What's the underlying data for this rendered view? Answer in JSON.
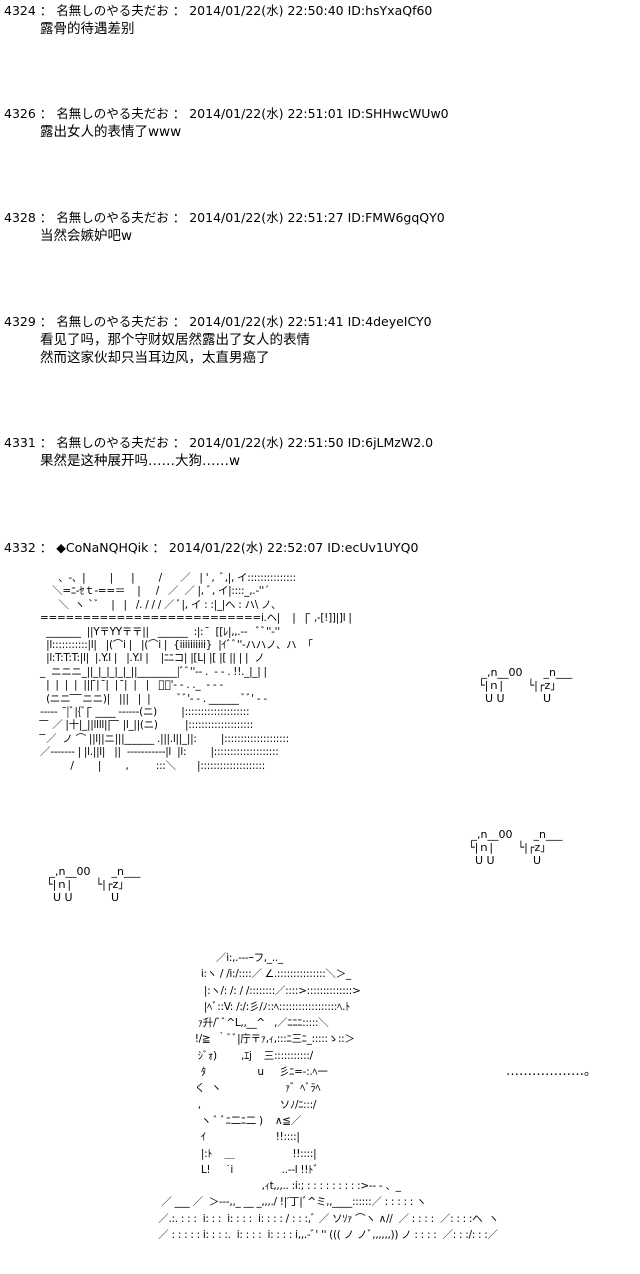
{
  "posts": [
    {
      "header": "4324 ： 名無しのやる夫だお ： 2014/01/22(水) 22:50:40 ID:hsYxaQf60",
      "body": "露骨的待遇差别"
    },
    {
      "header": "4326 ： 名無しのやる夫だお ： 2014/01/22(水) 22:51:01 ID:SHHwcWUw0",
      "body": "露出女人的表情了www"
    },
    {
      "header": "4328 ： 名無しのやる夫だお ： 2014/01/22(水) 22:51:27 ID:FMW6gqQY0",
      "body": "当然会嫉妒吧w"
    },
    {
      "header": "4329 ： 名無しのやる夫だお ： 2014/01/22(水) 22:51:41 ID:4deyeICY0",
      "body": "看见了吗，那个守财奴居然露出了女人的表情\n然而这家伙却只当耳边风，太直男癌了"
    },
    {
      "header": "4331 ： 名無しのやる夫だお ： 2014/01/22(水) 22:51:50 ID:6jLMzW2.0",
      "body": "果然是这种展开吗……大狗……w"
    },
    {
      "header": "4332 ： ◆CoNaNQHQik ： 2014/01/22(水) 22:52:07 ID:ecUv1UYQ0",
      "body": ""
    }
  ],
  "ascii_art": {
    "scene_a": "      、-、|        |      |        /      ／   | ' ,  ﾞ,|, イ:::::::::::::::\n    ＼=ﾆ-ｾｔ-==＝    |     /   ／  ／ |, ﾞ, イ|::::_,.-''´\n      ＼  ヽ `ﾞ    |   |   /. / / / ／ ﾞ|, イ : :|_|ヘ : ハ\\ ノ、\n==========================i.ヘ|    |   | ̄ ,-[!]]|]l |\n  _______  ||Y〒YY〒〒||   ______  :|:  ̄  [[ﾚ|,,.--   ﾞﾞ''‐''\n  |l:::::::::::|l|   |(⌒i |   |(⌒i |  {iiiiiiiiii}  |ｲﾞﾞ''‐ハハノ、ハ  「\n  |l:T:T:T:|l|  |.Y.l |   |.Y.l |    |ﾆﾆコ| |[L| |[ |[ || | |  ノ\n_  ニニニ_||_|_|_|_|_||________|ﾞﾞ''‐‐ .  - - . !!._|_| |\n  |  |  |  |  ||| ̄|  ̄|  |  ̄|  |   |   ﾞﾞ'‐ - . ._  - - -\n  (ニニ ̄ ̄ ̄ ̄ニニ)|   |||   |  |         ﾞﾞ'‐ - . ______ ﾞﾞ' - -\n-----   ̄|ﾞ|{ﾞ| ̄ ____ ------(ニ)        |::::::::::::::::::::\n ̄ ̄ ̄ ／ |十|_||llll|| ̄ ̄ ̄ |l_||(ニ)         |::::::::::::::::::::\n ̄ ̄／  ノ ⌒ ||l||ニ|||______ .|||.l||_||:        |::::::::::::::::::::\n／------- | |l.||l|   ||  -----------|l  |l:        |::::::::::::::::::::\n          /        |        ,         :::＼       |::::::::::::::::::::",
    "mini1": " _,n__00      _n___\n└|ｎ|       └|┌z」\n  U U           U",
    "mini2": " _,n__00      _n___\n└|ｎ|       └|┌z」\n  U U           U",
    "mini3": " _,n__00      _n___\n└|ｎ|       └|┌z」\n  U U           U",
    "scene_b": "                           ／i:,.-‐-ｰフ,_.._\n                      i:ヽ / /i:/::::／ ∠.:::::::::::::::＼＞_\n                       |:ヽ/: /: / /::::::::／::::>::::::::::::::>\n                       |ﾍﾞ::V: /:/:彡/ﾉ::ﾍ::::::::::::::::::ﾍ.ﾄ\n                     ｧ升/ﾞﾞ^L,,__^   ,／ﾆﾆﾆ:::::＼\n                    !/≧  ｀ﾞﾞ|庁〒ｧ,ｨ,:::ﾆ三ﾆ_:::::ゝ::＞\n                     ｼﾞｫ)        ,ｴj    三:::::::::::/\n                      ﾀ                 u     彡ﾆ=-:.ﾍ一\n                    く  ヽ                     ｧ゛ﾍﾞﾗﾍ\n                     ,                          ソﾉ/ﾆ:::/\n                      ヽ ﾞ ﾞﾆ二ﾆ二 )    ∧≦／\n                      ｲ                       !!::::|\n                      |:ﾄ    ＿                   !!::::|\n                      L!     ˙i                ..-‐l !!ﾄﾞ\n                                          ,ｨt,,,.. :i:; : : : : : : : : :>‐‐ - 、_\n         ／ ___ ／  ＞‐‐-,,_ __ _,,,./ !|′丁|ﾞ^ミ,,____::::::／ : : : : : ヽ\n        ／.:. : : :  i: : :  i: : : :  i: : : : / : : :,ﾞ ／ ソｿｧ ⌒ヽ ∧//  ／ : : : :  ／: : : :ヘ  ヽ\n        ／ : : : : : i: : : :.  i: : : :  i: : : : i,,.-ﾞ' '' ((( ノ ノﾞ,,,,,,)) ノ : : : :  ／: : :/: : :／"
  },
  "trailing_ellipsis": "………………。"
}
